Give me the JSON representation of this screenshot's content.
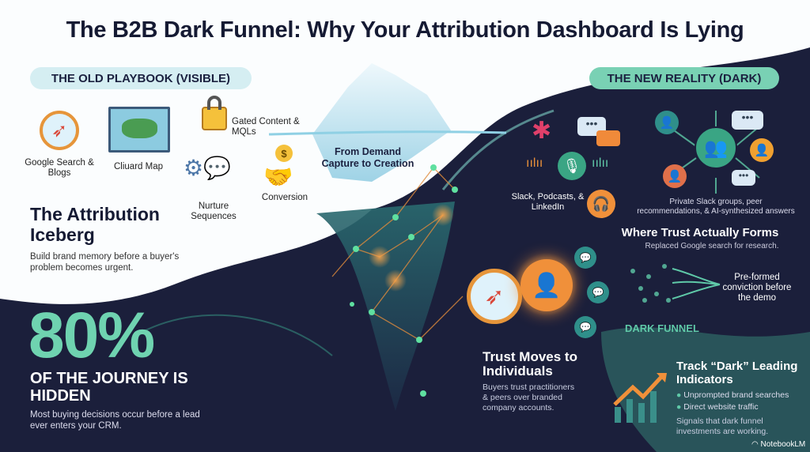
{
  "title": "The B2B Dark Funnel: Why Your Attribution Dashboard Is Lying",
  "old_playbook": {
    "label": "THE OLD PLAYBOOK (VISIBLE)",
    "items": [
      "Google Search & Blogs",
      "Cliuard Map",
      "Gated Content & MQLs",
      "Nurture Sequences",
      "Conversion"
    ]
  },
  "iceberg": {
    "heading": "The Attribution Iceberg",
    "desc": "Build brand memory before a buyer's problem becomes urgent.",
    "center_label": "From Demand Capture to Creation"
  },
  "hidden": {
    "stat": "80%",
    "heading": "OF THE JOURNEY IS HIDDEN",
    "desc": "Most buying decisions occur before a lead ever enters your CRM."
  },
  "new_reality": {
    "label": "THE NEW REALITY (DARK)",
    "channels": "Slack, Podcasts, & LinkedIn",
    "network_caption": "Private Slack groups, peer recommendations, & AI-synthesized answers",
    "heading": "Where Trust Actually Forms",
    "sub": "Replaced Google search for research."
  },
  "funnel": {
    "outcome": "Pre-formed conviction before the demo",
    "label": "DARK FUNNEL"
  },
  "individuals": {
    "heading": "Trust Moves to Individuals",
    "desc": "Buyers trust practitioners & peers over branded company accounts."
  },
  "indicators": {
    "heading": "Track “Dark” Leading Indicators",
    "bullets": [
      "Unprompted brand searches",
      "Direct website traffic"
    ],
    "desc": "Signals that dark funnel investments are working."
  },
  "brand": "NotebookLM",
  "colors": {
    "navy": "#1b1f3b",
    "teal": "#5fc9a8",
    "orange": "#f0903a",
    "light": "#d5eef2"
  }
}
